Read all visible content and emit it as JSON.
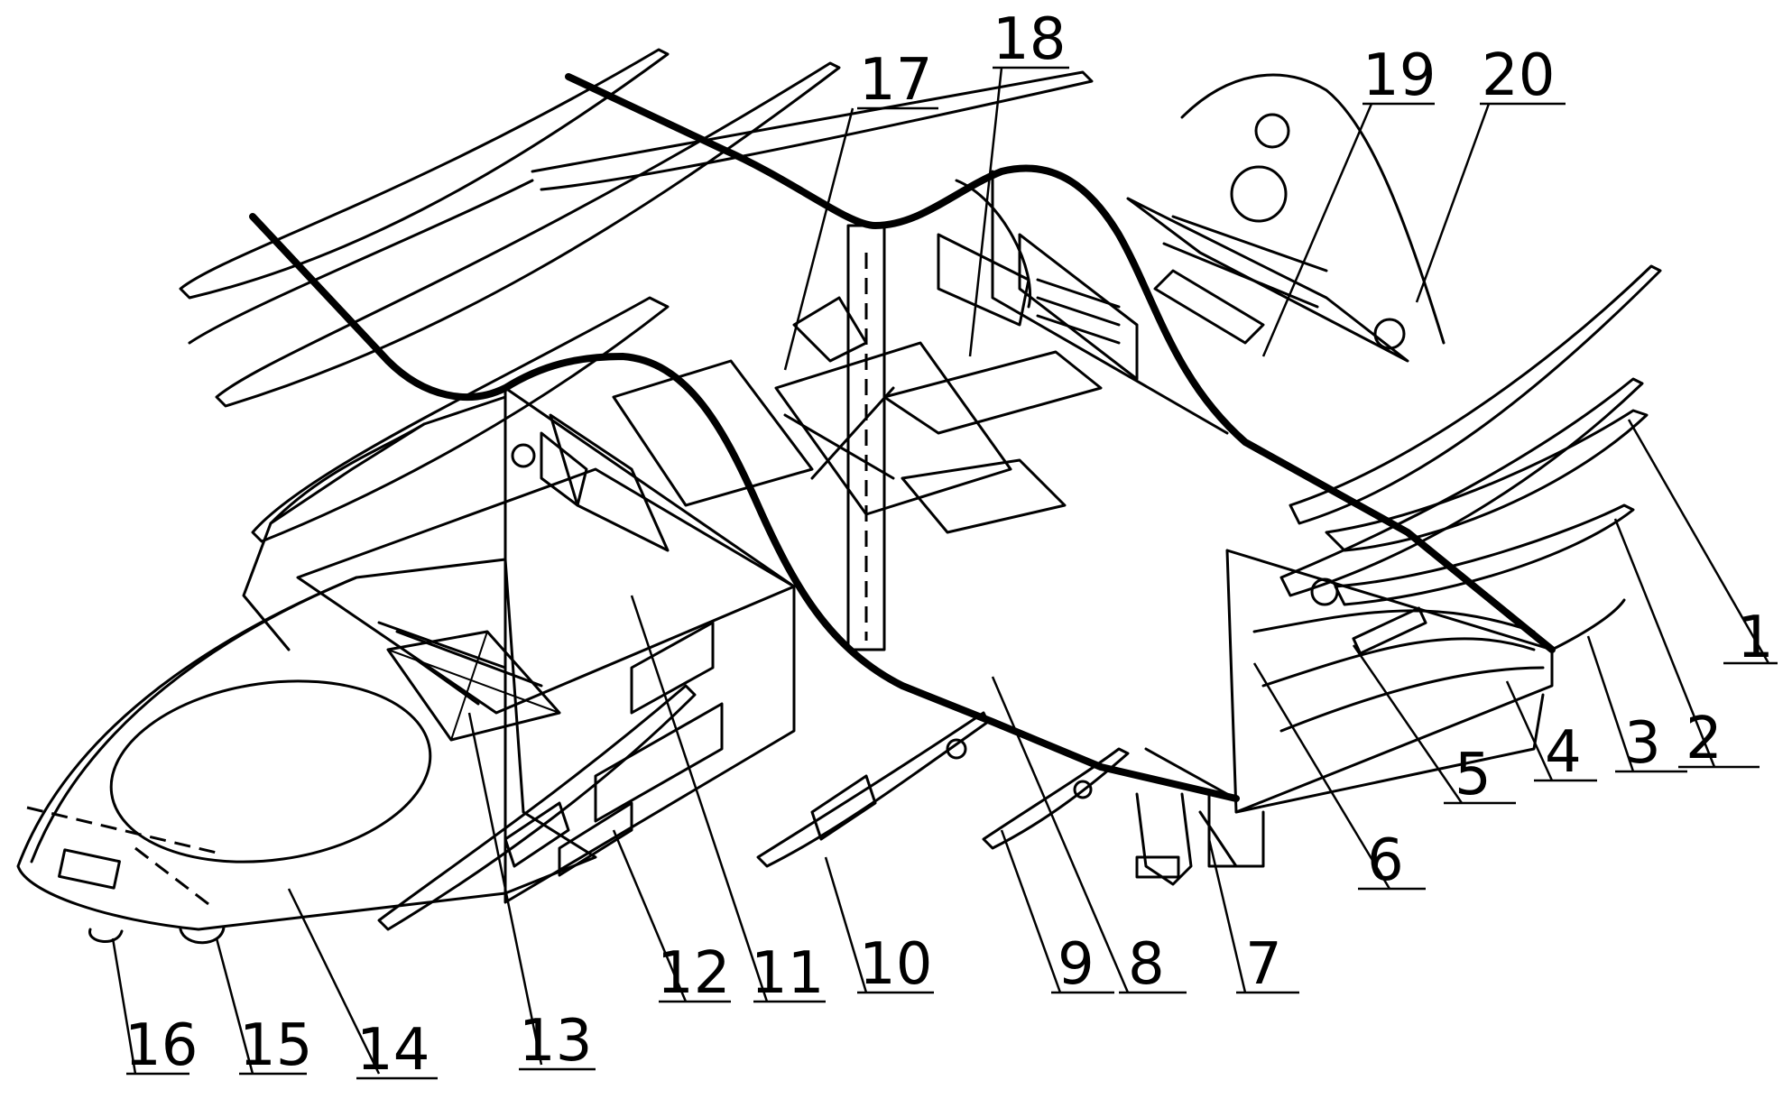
{
  "figure": {
    "callouts": [
      "1",
      "2",
      "3",
      "4",
      "5",
      "6",
      "7",
      "8",
      "9",
      "10",
      "11",
      "12",
      "13",
      "14",
      "15",
      "16",
      "17",
      "18",
      "19",
      "20"
    ]
  }
}
